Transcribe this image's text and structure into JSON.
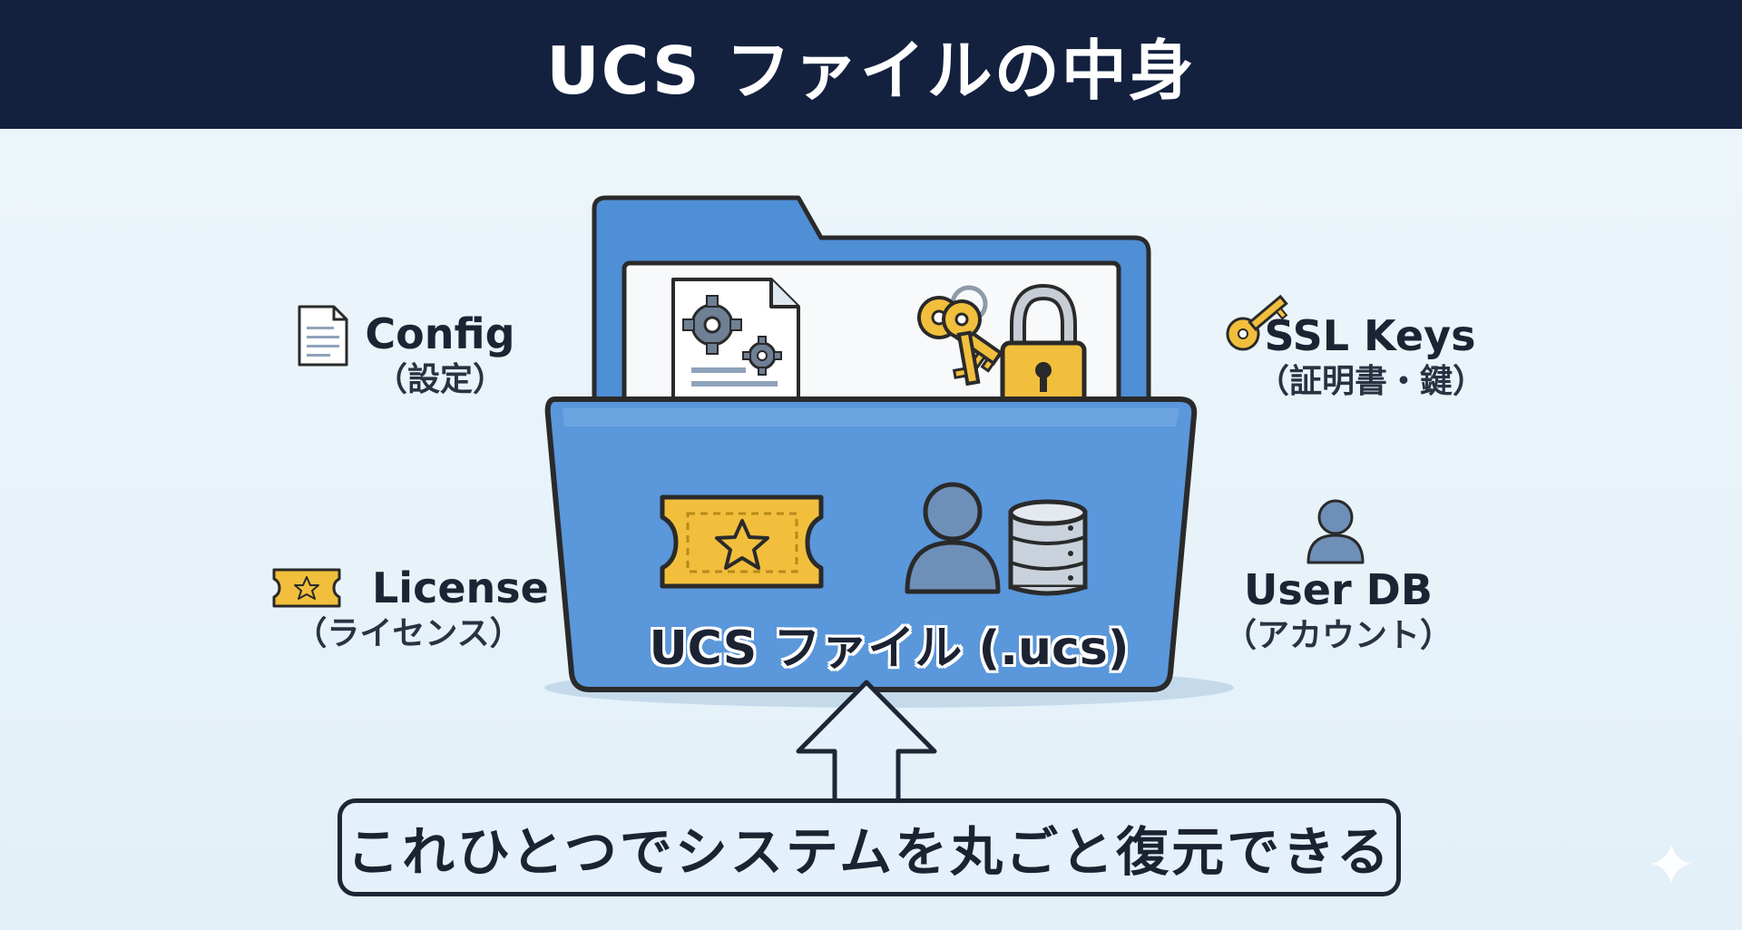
{
  "title": "UCS ファイルの中身",
  "folder_label": "UCS ファイル (.ucs)",
  "items": {
    "config": {
      "name": "Config",
      "note": "（設定）",
      "icon": "document-icon"
    },
    "ssl": {
      "name": "SSL Keys",
      "note": "（証明書・鍵）",
      "icon": "key-icon"
    },
    "license": {
      "name": "License",
      "note": "（ライセンス）",
      "icon": "ticket-icon"
    },
    "userdb": {
      "name": "User DB",
      "note": "（アカウント）",
      "icon": "user-icon"
    }
  },
  "message": "これひとつでシステムを丸ごと復元できる",
  "colors": {
    "header_bg": "#13213f",
    "folder_blue": "#4f8fd6",
    "gold": "#f1bf3c",
    "outline": "#2a2a2a",
    "background": "#e8f3fa"
  }
}
